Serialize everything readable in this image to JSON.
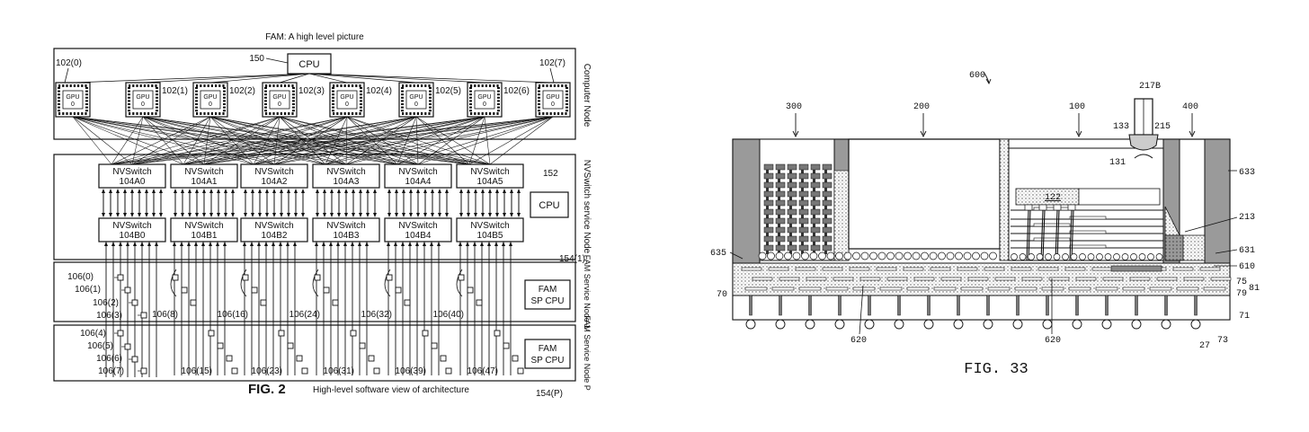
{
  "fig2": {
    "top_title": "FAM: A high level picture",
    "cpu_label": "CPU",
    "cpu_ref": "150",
    "gpu_label": "GPU",
    "gpu_index": "0",
    "gpu_refs": [
      "102(0)",
      "102(1)",
      "102(2)",
      "102(3)",
      "102(4)",
      "102(5)",
      "102(6)",
      "102(7)"
    ],
    "computer_node_label": "Computer Node",
    "switch_service_label": "NVSwitch service Node",
    "switch_word": "NVSwitch",
    "switches_top": [
      "104A0",
      "104A1",
      "104A2",
      "104A3",
      "104A4",
      "104A5"
    ],
    "switches_bottom": [
      "104B0",
      "104B1",
      "104B2",
      "104B3",
      "104B4",
      "104B5"
    ],
    "service_cpu_label": "CPU",
    "service_cpu_ref": "152",
    "fam_node1_label": "FAM Service Node 1",
    "fam_nodeP_label": "FAM Service Node P",
    "dots": "· · ·",
    "fam_sp_cpu_line1": "FAM",
    "fam_sp_cpu_line2": "SP CPU",
    "fam_ref_1": "154(1)",
    "fam_ref_p": "154(P)",
    "mem_refs_node1": [
      "106(0)",
      "106(1)",
      "106(2)",
      "106(3)",
      "106(8)",
      "106(16)",
      "106(24)",
      "106(32)",
      "106(40)"
    ],
    "mem_refs_nodeP": [
      "106(4)",
      "106(5)",
      "106(6)",
      "106(7)",
      "106(15)",
      "106(23)",
      "106(31)",
      "106(39)",
      "106(47)"
    ],
    "fig_label": "FIG. 2",
    "caption": "High-level software view of architecture"
  },
  "fig33": {
    "ref_600": "600",
    "ref_300": "300",
    "ref_200": "200",
    "ref_100": "100",
    "ref_400": "400",
    "ref_217b": "217B",
    "ref_133": "133",
    "ref_215": "215",
    "ref_131": "131",
    "ref_633": "633",
    "ref_122": "122",
    "ref_213": "213",
    "ref_631": "631",
    "ref_610": "610",
    "ref_635": "635",
    "ref_70": "70",
    "ref_75": "75",
    "ref_79": "79",
    "ref_81": "81",
    "ref_71": "71",
    "ref_620a": "620",
    "ref_620b": "620",
    "ref_27": "27",
    "ref_73": "73",
    "fig_label": "FIG. 33"
  }
}
